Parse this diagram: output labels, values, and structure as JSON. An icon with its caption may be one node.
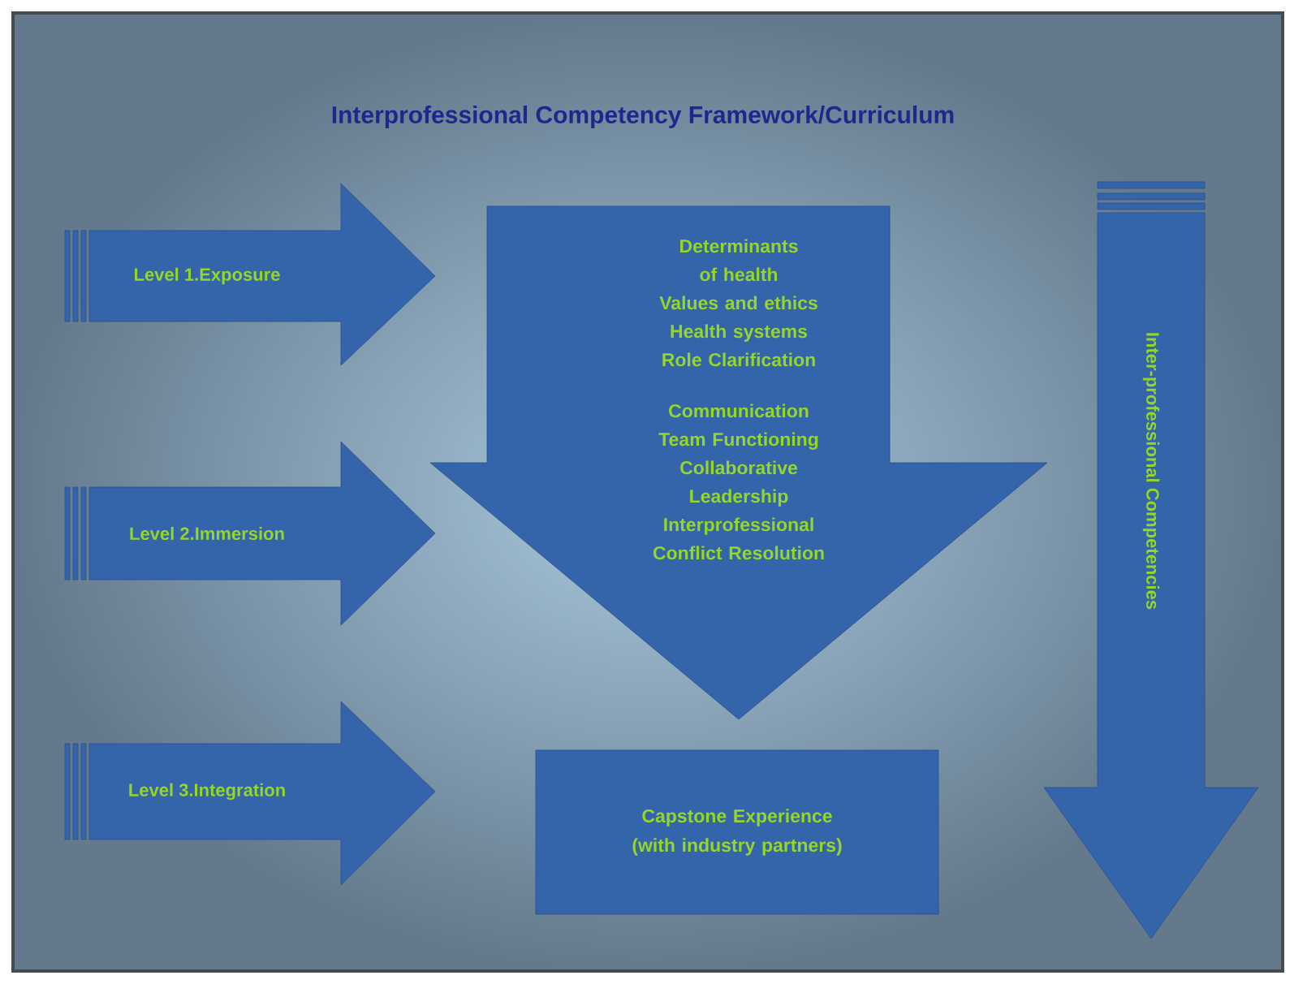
{
  "diagram": {
    "title": "Interprofessional Competency Framework/Curriculum",
    "nodes": [
      {
        "text": [
          "Level 1.Exposure"
        ]
      },
      {
        "text": [
          "Level 2.Immersion"
        ]
      },
      {
        "text": [
          "Level 3.Integration"
        ]
      },
      {
        "text": [
          "Determinants of health",
          "Values and ethics",
          "Health systems",
          "Role Clarification",
          "Communication",
          "Team Functioning",
          "Collaborative Leadership",
          "Interprofessional Conflict Resolution"
        ]
      },
      {
        "text": [
          "Capstone Experience (with industry partners)"
        ]
      },
      {
        "text": [
          "Inter-professional Competencies"
        ]
      }
    ]
  }
}
